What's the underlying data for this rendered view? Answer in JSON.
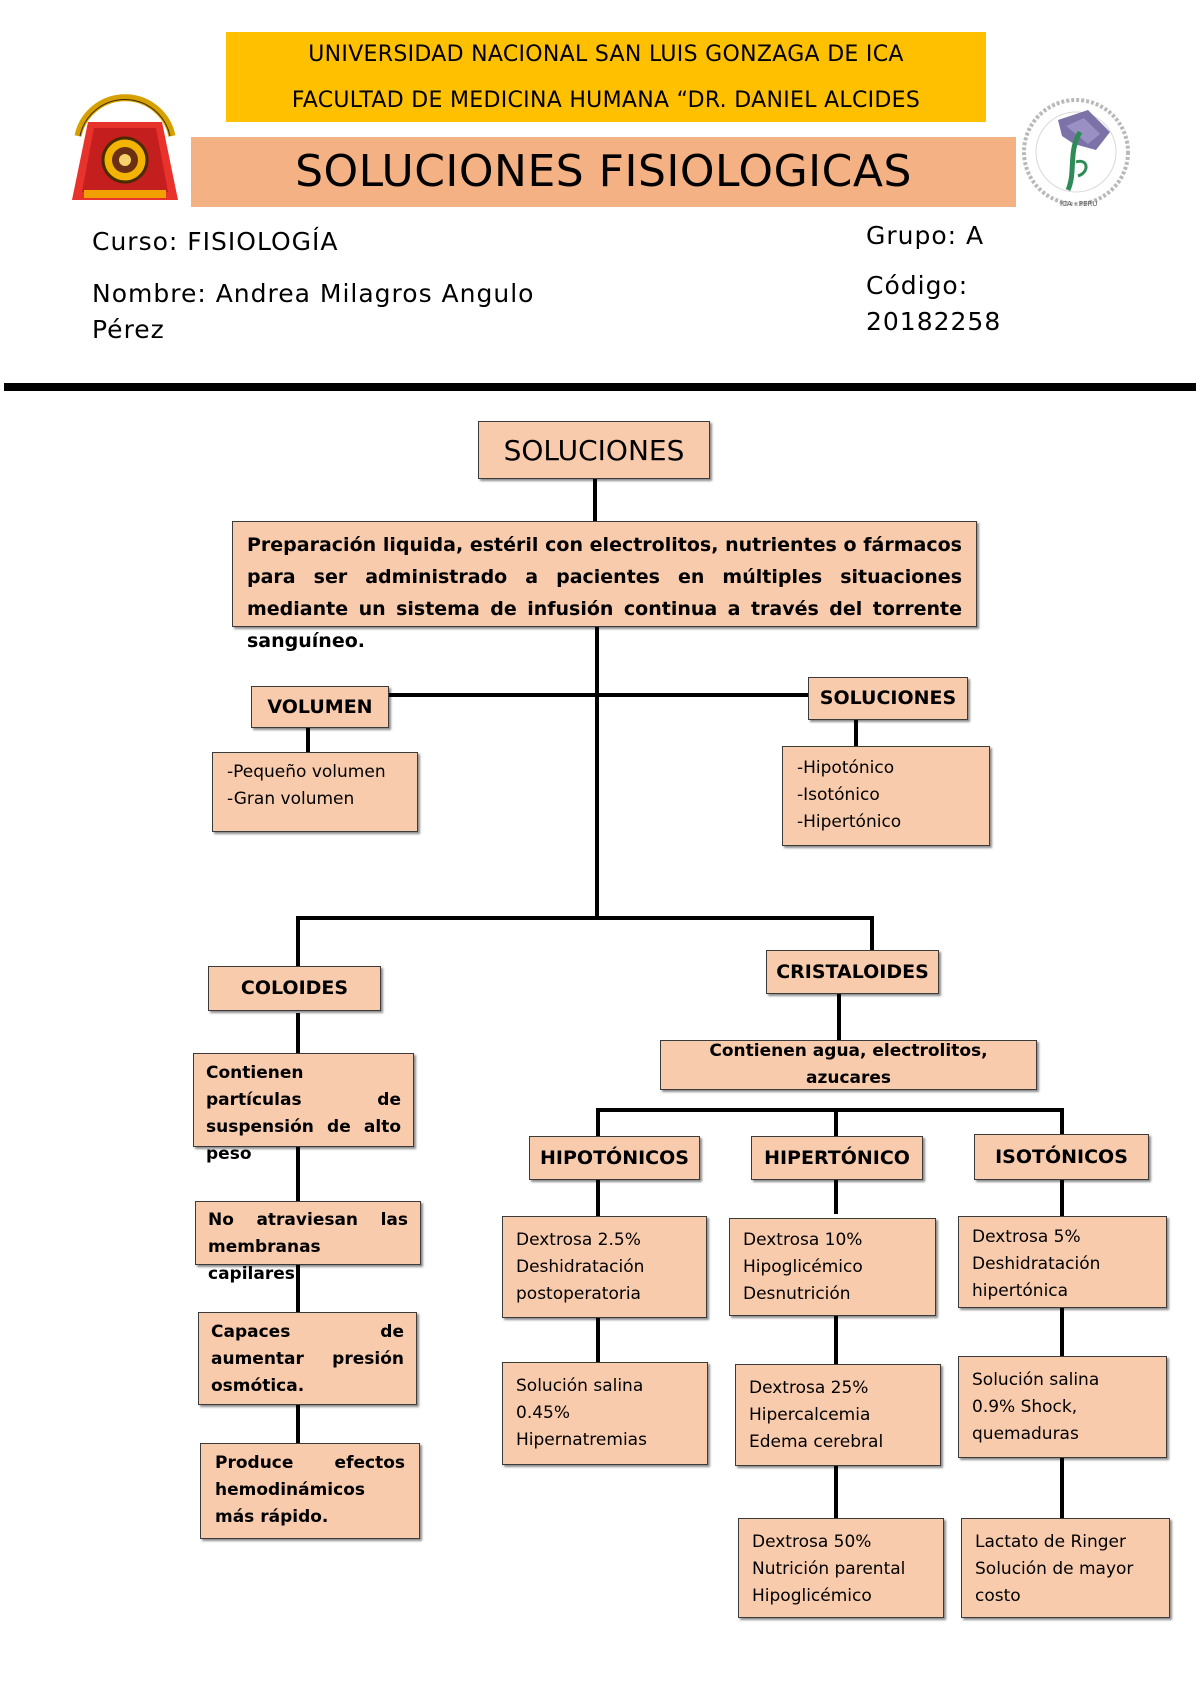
{
  "header": {
    "university": "UNIVERSIDAD NACIONAL SAN LUIS GONZAGA DE ICA",
    "faculty": "FACULTAD DE MEDICINA HUMANA “DR. DANIEL ALCIDES",
    "title": "SOLUCIONES FISIOLOGICAS",
    "course": "Curso: FISIOLOGÍA",
    "name": "Nombre: Andrea Milagros Angulo Pérez",
    "group": "Grupo: A",
    "code_label": "Código:",
    "code_value": "20182258"
  },
  "colors": {
    "header_band": "#ffc000",
    "title_band": "#f4b183",
    "node_fill": "#f8cbad"
  },
  "icons": {
    "left_logo": "university-seal-icon",
    "right_logo": "faculty-seal-icon"
  },
  "diagram": {
    "root": "SOLUCIONES",
    "definition": "Preparación liquida, estéril con electrolitos, nutrientes o fármacos para ser administrado a pacientes en múltiples situaciones mediante un sistema de infusión continua a través del torrente sanguíneo.",
    "volumen": {
      "label": "VOLUMEN",
      "items": "-Pequeño volumen\n-Gran volumen"
    },
    "soluciones": {
      "label": "SOLUCIONES",
      "items": "-Hipotónico\n-Isotónico\n-Hipertónico"
    },
    "coloides": {
      "label": "COLOIDES",
      "c1": "Contienen partículas de suspensión de alto peso",
      "c2": "No atraviesan las membranas capilares",
      "c3": "Capaces de aumentar presión osmótica.",
      "c4": "Produce efectos hemodinámicos más rápido."
    },
    "cristaloides": {
      "label": "CRISTALOIDES",
      "desc": "Contienen agua, electrolitos, azucares",
      "hipotonicos": {
        "label": "HIPOTÓNICOS",
        "b1": "Dextrosa 2.5%\nDeshidratación\npostoperatoria",
        "b2": "Solución salina\n0.45%\nHipernatremias"
      },
      "hipertonico": {
        "label": "HIPERTÓNICO",
        "b1": "Dextrosa 10%\nHipoglicémico\nDesnutrición",
        "b2": "Dextrosa 25%\nHipercalcemia\nEdema cerebral",
        "b3": "Dextrosa 50%\nNutrición parental\nHipoglicémico"
      },
      "isotonicos": {
        "label": "ISOTÓNICOS",
        "b1": "Dextrosa 5%\nDeshidratación\nhipertónica",
        "b2": "Solución salina\n0.9% Shock,\nquemaduras",
        "b3": "Lactato de Ringer\nSolución de mayor\ncosto"
      }
    }
  }
}
